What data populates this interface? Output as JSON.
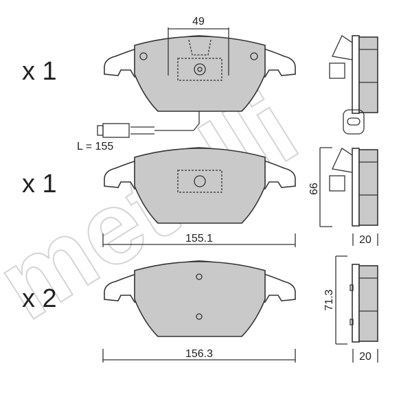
{
  "watermark": "metelli",
  "pads": [
    {
      "quantity": "x 1",
      "sensor_length_label": "L = 155",
      "width_label": "49"
    },
    {
      "quantity": "x 1",
      "length_label": "155.1",
      "height_label": "66",
      "thickness_label": "20"
    },
    {
      "quantity": "x 2",
      "length_label": "156.3",
      "height_label": "71.3",
      "thickness_label": "20"
    }
  ],
  "colors": {
    "friction": "#c9c9c9",
    "line": "#333333",
    "watermark": "#d4d4d4"
  }
}
